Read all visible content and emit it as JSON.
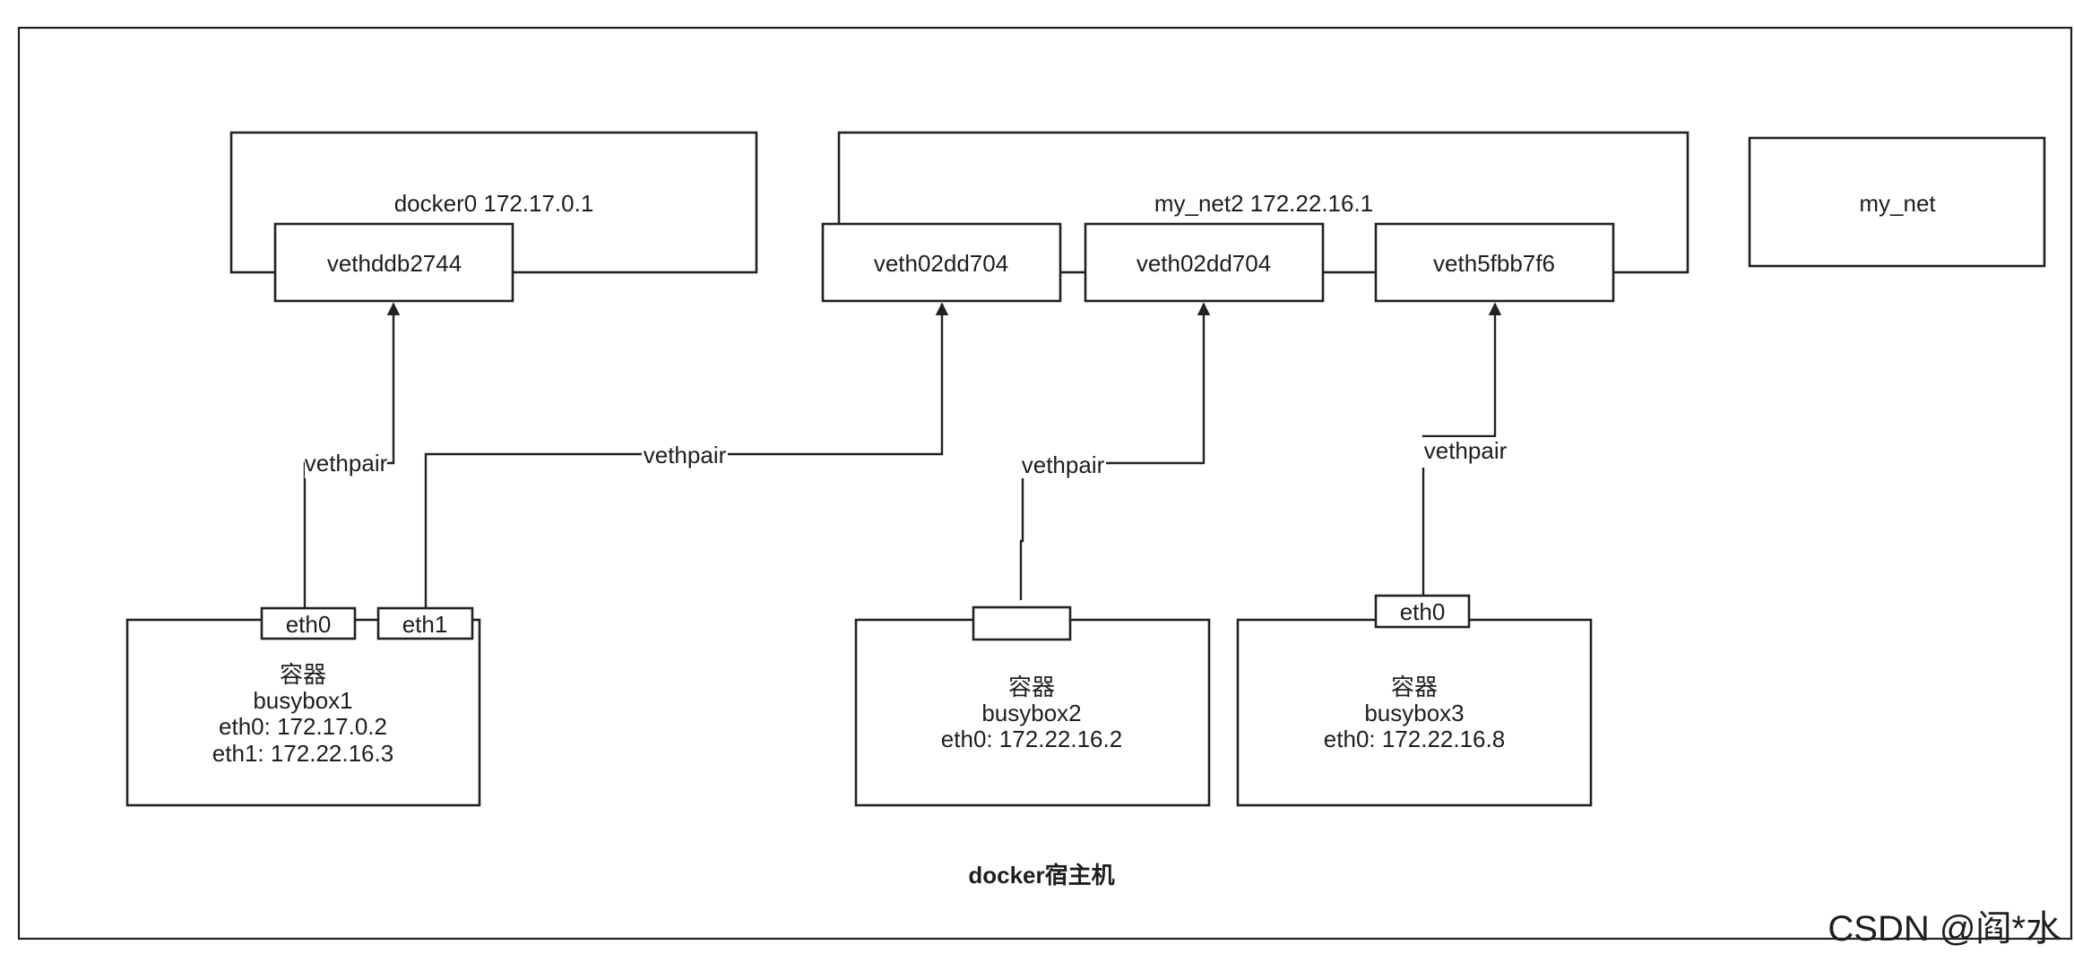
{
  "host": {
    "title": "docker宿主机"
  },
  "bridges": {
    "docker0": {
      "label": "docker0 172.17.0.1"
    },
    "my_net2": {
      "label": "my_net2 172.22.16.1"
    },
    "my_net": {
      "label": "my_net"
    }
  },
  "veths": {
    "vethddb2744": "vethddb2744",
    "veth02dd704_a": "veth02dd704",
    "veth02dd704_b": "veth02dd704",
    "veth5fbb7f6": "veth5fbb7f6"
  },
  "links": {
    "pair1": "vethpair",
    "pair2": "vethpair",
    "pair3": "vethpair",
    "pair4": "vethpair"
  },
  "containers": {
    "busybox1": {
      "kind": "容器",
      "name": "busybox1",
      "ip0": "eth0: 172.17.0.2",
      "ip1": "eth1: 172.22.16.3",
      "port0": "eth0",
      "port1": "eth1"
    },
    "busybox2": {
      "kind": "容器",
      "name": "busybox2",
      "ip0": "eth0: 172.22.16.2"
    },
    "busybox3": {
      "kind": "容器",
      "name": "busybox3",
      "ip0": "eth0: 172.22.16.8",
      "port0": "eth0"
    }
  },
  "watermark": "CSDN @阎*水"
}
